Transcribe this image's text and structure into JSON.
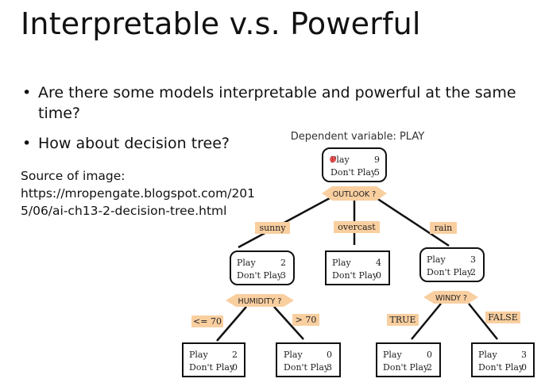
{
  "slide": {
    "title": "Interpretable v.s. Powerful",
    "bullets": [
      "Are there some models interpretable and powerful at the same time?",
      "How about decision tree?"
    ],
    "source_label": "Source of image:",
    "source_url_lines": [
      "https://mropengate.blogspot.com/201",
      "5/06/ai-ch13-2-decision-tree.html"
    ]
  },
  "tree": {
    "dependent_variable": "Dependent variable: PLAY",
    "play_label": "Play",
    "dont_play_label": "Don't Play",
    "root": {
      "play": "9",
      "dont_play": "5"
    },
    "outlook_test": "OUTLOOK ?",
    "branch_sunny": "sunny",
    "branch_overcast": "overcast",
    "branch_rain": "rain",
    "sunny_node": {
      "play": "2",
      "dont_play": "3"
    },
    "overcast_node": {
      "play": "4",
      "dont_play": "0"
    },
    "rain_node": {
      "play": "3",
      "dont_play": "2"
    },
    "humidity_test": "HUMIDITY ?",
    "windy_test": "WINDY ?",
    "branch_le70": "<= 70",
    "branch_gt70": "> 70",
    "branch_true": "TRUE",
    "branch_false": "FALSE",
    "leaf_le70": {
      "play": "2",
      "dont_play": "0"
    },
    "leaf_gt70": {
      "play": "0",
      "dont_play": "3"
    },
    "leaf_true": {
      "play": "0",
      "dont_play": "2"
    },
    "leaf_false": {
      "play": "3",
      "dont_play": "0"
    },
    "colors": {
      "label_fill": "#f9cfa0",
      "line": "#111111",
      "pointer": "#e03a3a"
    }
  }
}
